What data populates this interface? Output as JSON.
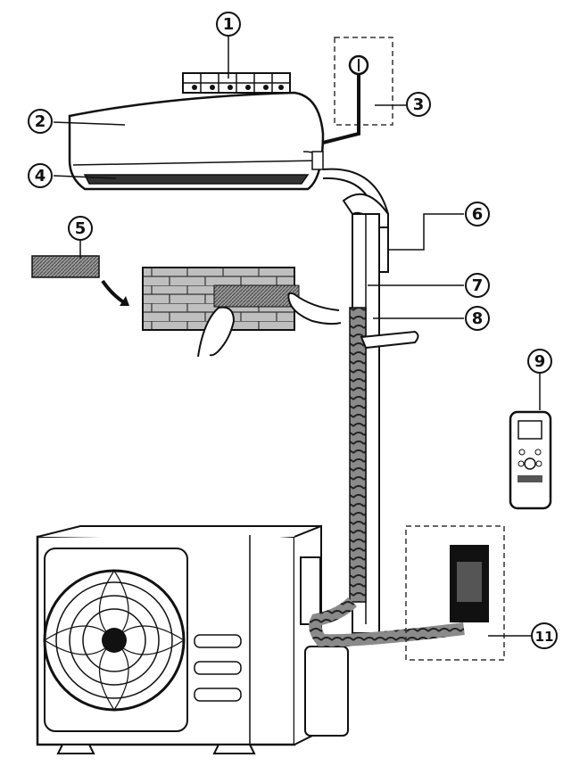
{
  "callouts": [
    {
      "id": "1",
      "text": "1"
    },
    {
      "id": "2",
      "text": "2"
    },
    {
      "id": "3",
      "text": "3"
    },
    {
      "id": "4",
      "text": "4"
    },
    {
      "id": "5",
      "text": "5"
    },
    {
      "id": "6",
      "text": "6"
    },
    {
      "id": "7",
      "text": "7"
    },
    {
      "id": "8",
      "text": "8"
    },
    {
      "id": "9",
      "text": "9"
    },
    {
      "id": "11",
      "text": "11"
    }
  ],
  "colors": {
    "line": "#111111",
    "fill": "#ffffff",
    "hatch": "#6a6a6a",
    "dashed": "#333333"
  }
}
